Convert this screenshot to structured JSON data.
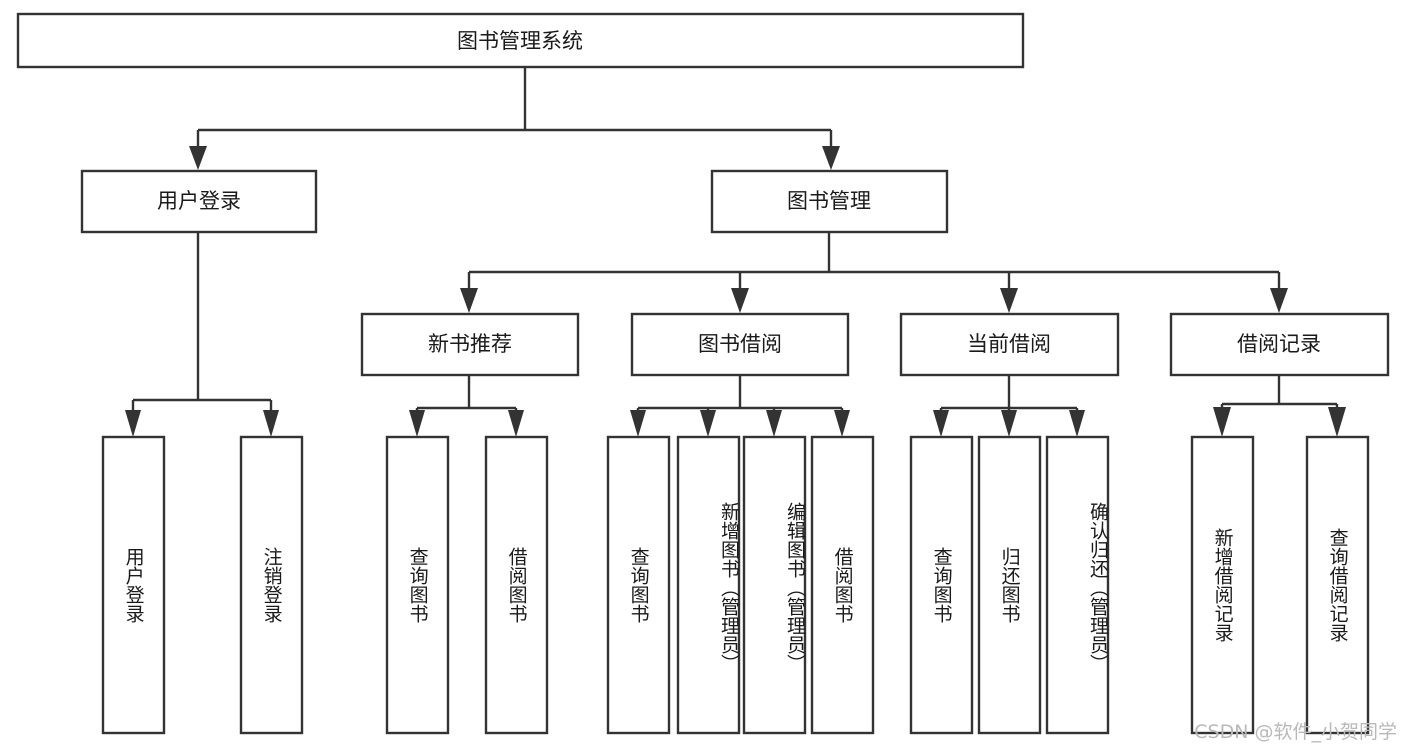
{
  "diagram": {
    "title": "图书管理系统",
    "type": "hierarchy-tree",
    "watermark": "CSDN @软件_小贺同学",
    "colors": {
      "box_stroke": "#333333",
      "box_fill": "#ffffff",
      "text": "#1a1a1a",
      "background": "#ffffff",
      "watermark": "#b9b9b9"
    },
    "root": {
      "label": "图书管理系统"
    },
    "level2": [
      {
        "id": "user-login",
        "label": "用户登录"
      },
      {
        "id": "book-manage",
        "label": "图书管理"
      }
    ],
    "level3": [
      {
        "id": "new-book-rec",
        "label": "新书推荐",
        "parent": "book-manage"
      },
      {
        "id": "book-borrow",
        "label": "图书借阅",
        "parent": "book-manage"
      },
      {
        "id": "current-borrow",
        "label": "当前借阅",
        "parent": "book-manage"
      },
      {
        "id": "borrow-record",
        "label": "借阅记录",
        "parent": "book-manage"
      }
    ],
    "leaves": {
      "user-login": [
        {
          "id": "leaf-user-login",
          "label": "用户登录"
        },
        {
          "id": "leaf-logout",
          "label": "注销登录"
        }
      ],
      "new-book-rec": [
        {
          "id": "leaf-query-book-1",
          "label": "查询图书"
        },
        {
          "id": "leaf-borrow-book-1",
          "label": "借阅图书"
        }
      ],
      "book-borrow": [
        {
          "id": "leaf-query-book-2",
          "label": "查询图书"
        },
        {
          "id": "leaf-add-book",
          "label": "新增图书（管理员）"
        },
        {
          "id": "leaf-edit-book",
          "label": "编辑图书（管理员）"
        },
        {
          "id": "leaf-borrow-book-2",
          "label": "借阅图书"
        }
      ],
      "current-borrow": [
        {
          "id": "leaf-query-book-3",
          "label": "查询图书"
        },
        {
          "id": "leaf-return-book",
          "label": "归还图书"
        },
        {
          "id": "leaf-confirm-return",
          "label": "确认归还（管理员）"
        }
      ],
      "borrow-record": [
        {
          "id": "leaf-add-record",
          "label": "新增借阅记录"
        },
        {
          "id": "leaf-query-record",
          "label": "查询借阅记录"
        }
      ]
    }
  }
}
